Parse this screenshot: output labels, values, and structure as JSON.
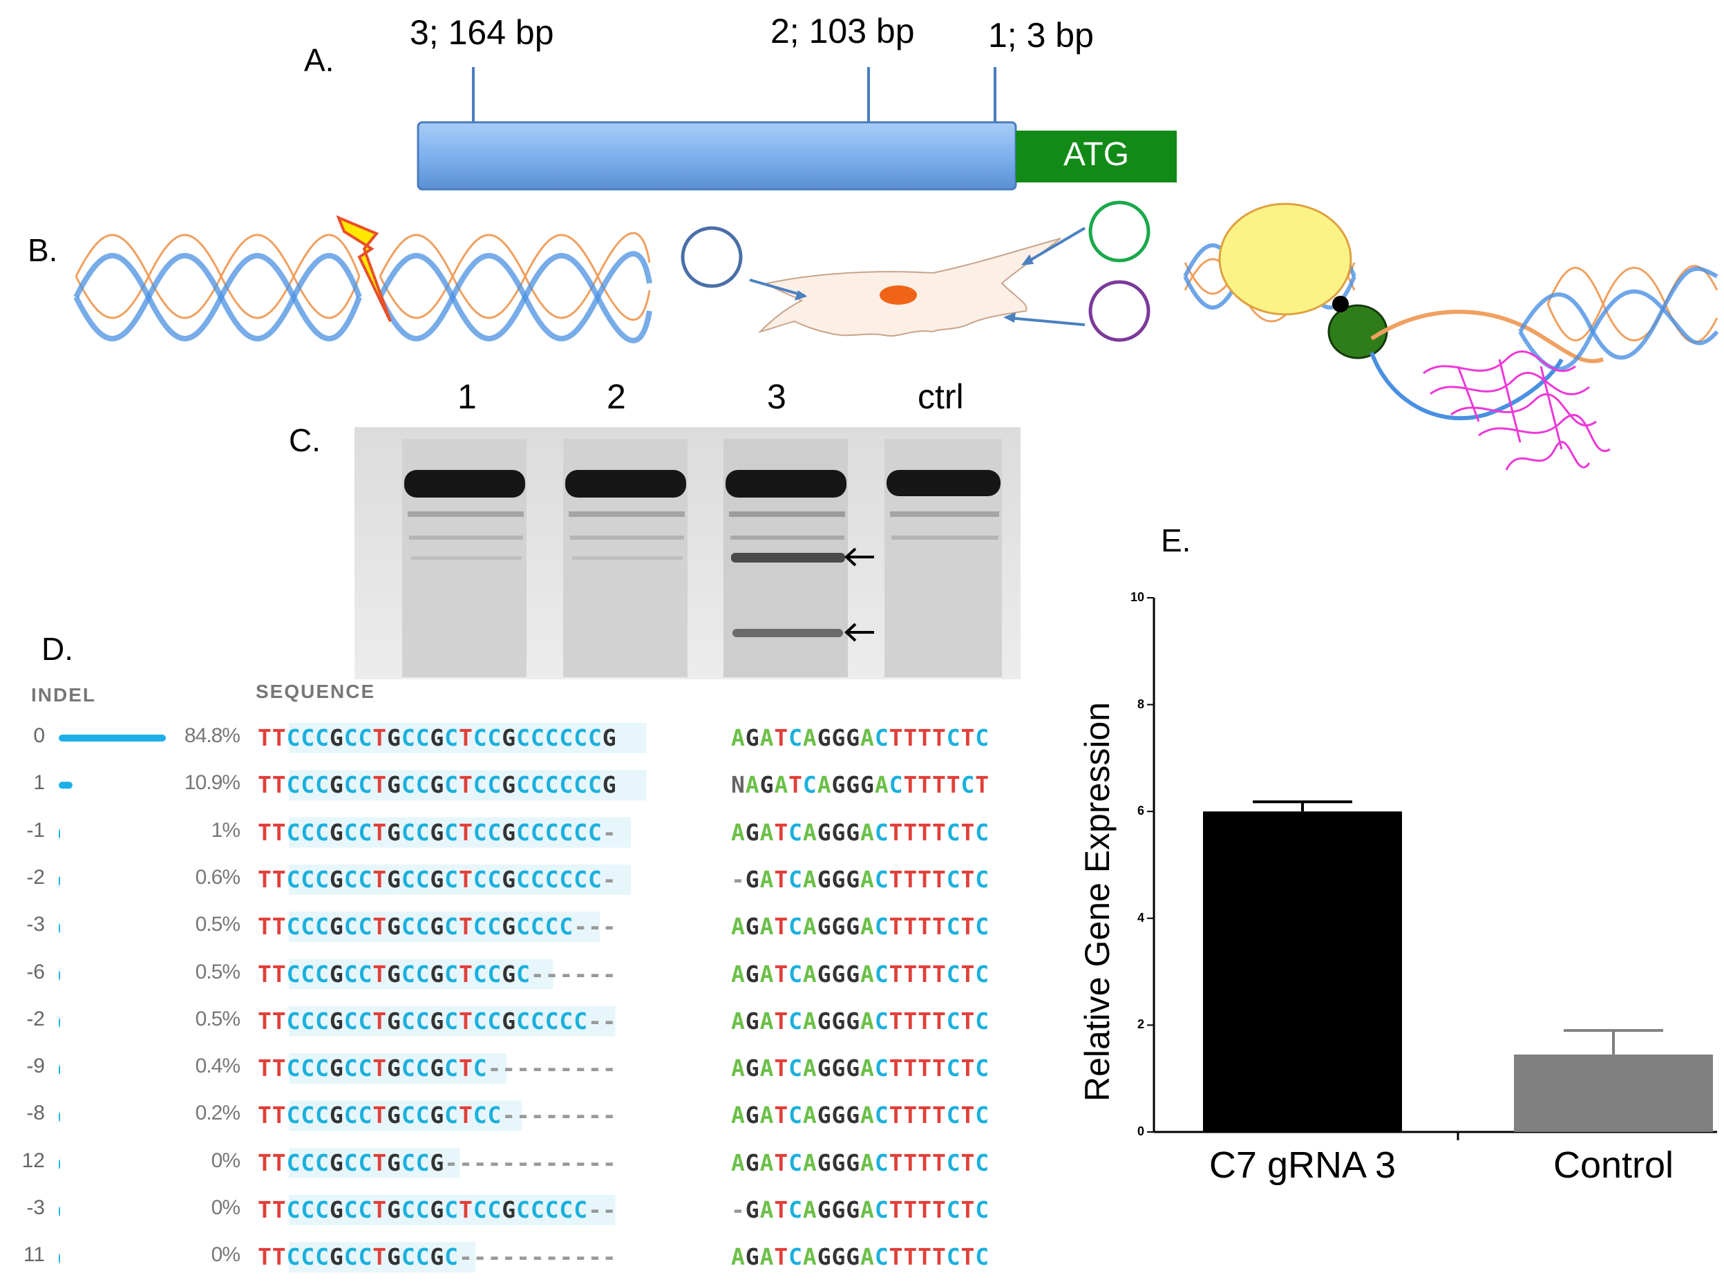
{
  "panels": {
    "a": "A.",
    "b": "B.",
    "c": "C.",
    "d": "D.",
    "e": "E."
  },
  "gene": {
    "sites": [
      {
        "label": "3; 164 bp"
      },
      {
        "label": "2; 103 bp"
      },
      {
        "label": "1; 3 bp"
      }
    ],
    "atg_label": "ATG",
    "colors": {
      "promoter": "#7fb1ee",
      "atg": "#128a17"
    }
  },
  "gel": {
    "lanes": [
      "1",
      "2",
      "3",
      "ctrl"
    ]
  },
  "indel_table": {
    "header_indel": "INDEL",
    "header_sequence": "SEQUENCE",
    "rows": [
      {
        "indel": "0",
        "percent": "84.8%",
        "fraction": 0.848,
        "left": "TTCCCGCCTGCCGCTCCGCCCCCCG",
        "right": "AGATCAGGGACTTTTCTC"
      },
      {
        "indel": "1",
        "percent": "10.9%",
        "fraction": 0.109,
        "left": "TTCCCGCCTGCCGCTCCGCCCCCCG",
        "right": "NAGATCAGGGACTTTTCT"
      },
      {
        "indel": "-1",
        "percent": "1%",
        "fraction": 0.01,
        "left": "TTCCCGCCTGCCGCTCCGCCCCCC-",
        "right": "AGATCAGGGACTTTTCTC"
      },
      {
        "indel": "-2",
        "percent": "0.6%",
        "fraction": 0.006,
        "left": "TTCCCGCCTGCCGCTCCGCCCCCC-",
        "right": "-GATCAGGGACTTTTCTC"
      },
      {
        "indel": "-3",
        "percent": "0.5%",
        "fraction": 0.005,
        "left": "TTCCCGCCTGCCGCTCCGCCCC---",
        "right": "AGATCAGGGACTTTTCTC"
      },
      {
        "indel": "-6",
        "percent": "0.5%",
        "fraction": 0.005,
        "left": "TTCCCGCCTGCCGCTCCGC------",
        "right": "AGATCAGGGACTTTTCTC"
      },
      {
        "indel": "-2",
        "percent": "0.5%",
        "fraction": 0.005,
        "left": "TTCCCGCCTGCCGCTCCGCCCCC--",
        "right": "AGATCAGGGACTTTTCTC"
      },
      {
        "indel": "-9",
        "percent": "0.4%",
        "fraction": 0.004,
        "left": "TTCCCGCCTGCCGCTC---------",
        "right": "AGATCAGGGACTTTTCTC"
      },
      {
        "indel": "-8",
        "percent": "0.2%",
        "fraction": 0.002,
        "left": "TTCCCGCCTGCCGCTCC--------",
        "right": "AGATCAGGGACTTTTCTC"
      },
      {
        "indel": "12",
        "percent": "0%",
        "fraction": 0.0,
        "left": "TTCCCGCCTGCCG------------",
        "right": "AGATCAGGGACTTTTCTC"
      },
      {
        "indel": "-3",
        "percent": "0%",
        "fraction": 0.0,
        "left": "TTCCCGCCTGCCGCTCCGCCCCC--",
        "right": "-GATCAGGGACTTTTCTC"
      },
      {
        "indel": "11",
        "percent": "0%",
        "fraction": 0.0,
        "left": "TTCCCGCCTGCCGC-----------",
        "right": "AGATCAGGGACTTTTCTC"
      }
    ],
    "base_colors": {
      "T": "#e0403a",
      "C": "#1cb0dc",
      "G": "#333333",
      "A": "#6cc04a",
      "N": "#666666",
      "-": "#999999"
    }
  },
  "chart_data": {
    "type": "bar",
    "categories": [
      "C7 gRNA 3",
      "Control"
    ],
    "values": [
      6.0,
      1.45
    ],
    "errors": [
      0.18,
      0.45
    ],
    "colors": [
      "#000000",
      "#808080"
    ],
    "title": "",
    "xlabel": "",
    "ylabel": "Relative Gene Expression",
    "ylim": [
      0,
      10
    ],
    "yticks": [
      "0",
      "2",
      "4",
      "6",
      "8",
      "10"
    ],
    "grid": false
  }
}
